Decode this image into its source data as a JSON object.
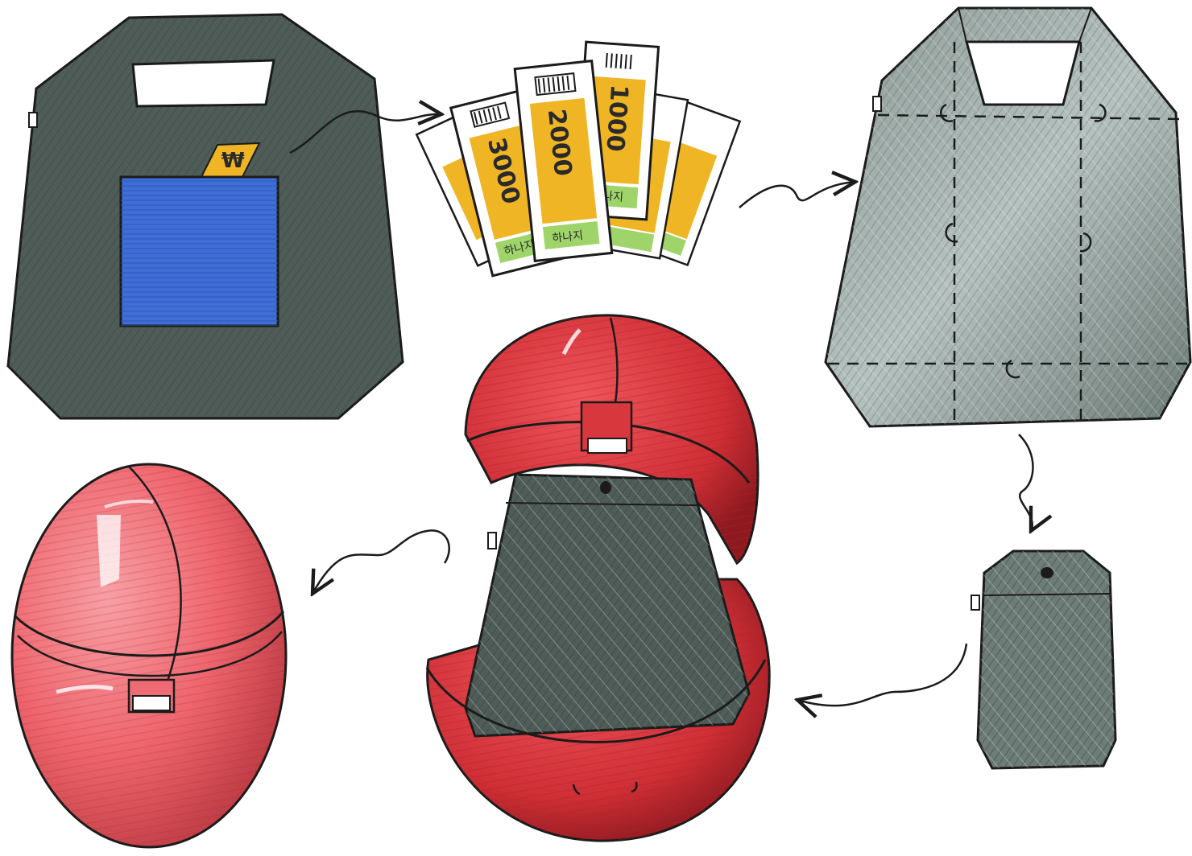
{
  "colors": {
    "bag_green": "#4f5c58",
    "bag_dark": "#3b4643",
    "bag_light": "#7e8c88",
    "pocket_blue": "#3f6fd6",
    "ticket_yellow": "#efb525",
    "ticket_green": "#9fd46a",
    "shell_red": "#d8373d",
    "shell_pink": "#ee6b73",
    "outline": "#1b1b1b",
    "arrow": "#1b1b1b"
  },
  "tickets": [
    {
      "value": "3000"
    },
    {
      "value": "2000"
    },
    {
      "value": "1000"
    }
  ],
  "ticket_stub_text": "하나지",
  "pocket_ticket_text": "₩",
  "steps": [
    {
      "id": "bag-with-pocket",
      "icon": "tote-bag-icon"
    },
    {
      "id": "tickets",
      "icon": "ticket-fan-icon"
    },
    {
      "id": "bag-fold-lines",
      "icon": "folded-bag-icon"
    },
    {
      "id": "folded-bag",
      "icon": "small-pouch-icon"
    },
    {
      "id": "open-capsule",
      "icon": "open-capsule-icon"
    },
    {
      "id": "closed-capsule",
      "icon": "egg-capsule-icon"
    }
  ]
}
